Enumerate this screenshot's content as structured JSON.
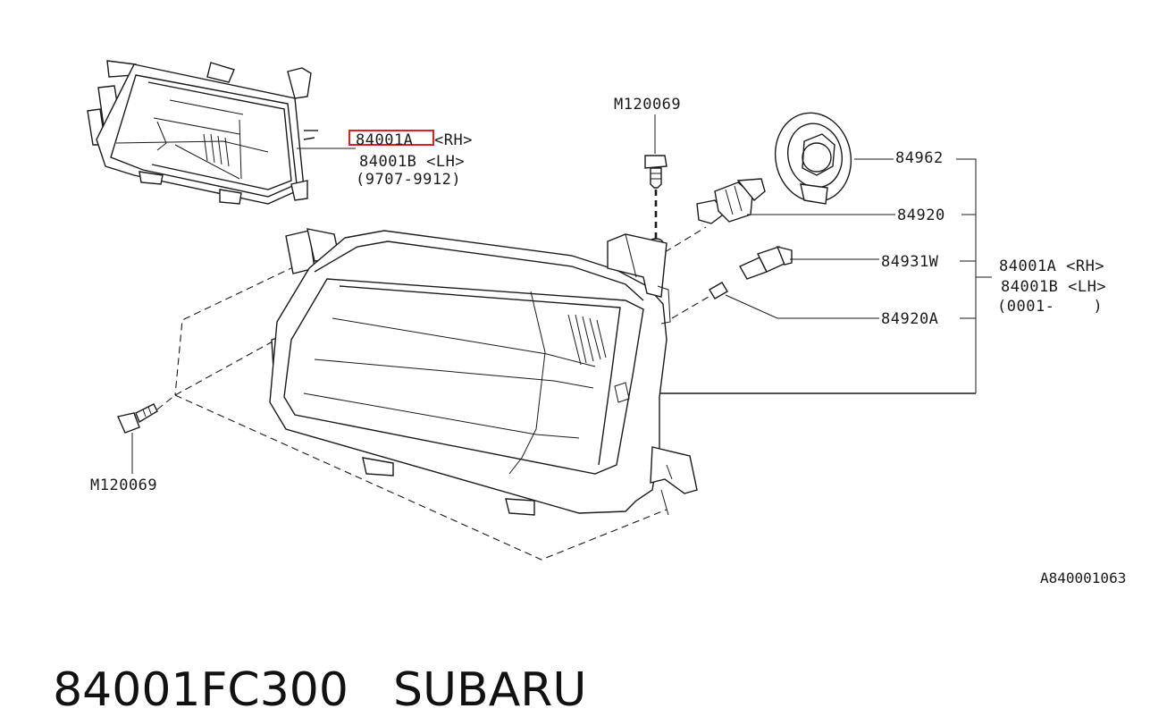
{
  "parts": {
    "top_part_rh": "84001A",
    "top_part_rh_side": "<RH>",
    "top_part_lh": "84001B <LH>",
    "top_part_dates": "(9707-9912)",
    "bolt_top": "M120069",
    "bolt_left": "M120069",
    "socket": "84962",
    "bulb_main": "84920",
    "bulb_small": "84931W",
    "bulb_marker": "84920A",
    "assembly_rh": "84001A <RH>",
    "assembly_lh": "84001B <LH>",
    "assembly_dates": "(0001-    )"
  },
  "ref_code": "A840001063",
  "footer": {
    "part_number": "84001FC300",
    "brand": "SUBARU"
  },
  "colors": {
    "line": "#1a1a1a",
    "highlight": "#e02020"
  }
}
